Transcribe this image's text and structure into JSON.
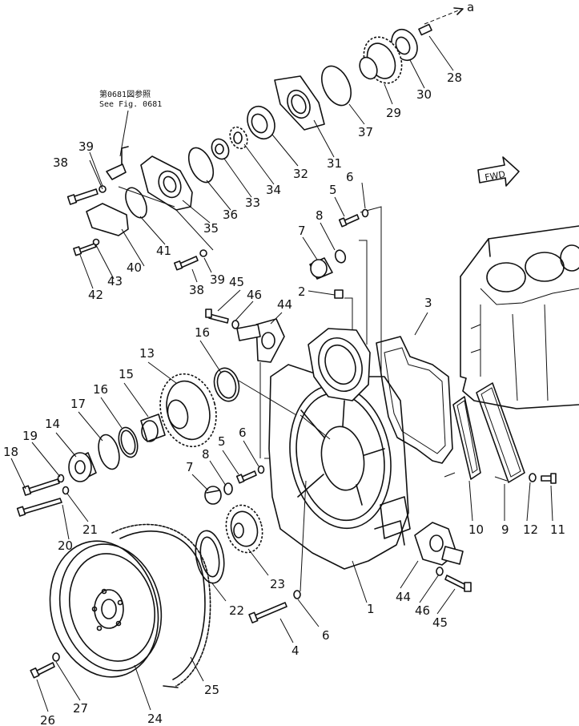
{
  "diagram": {
    "reference_note": {
      "line1": "第0681図参照",
      "line2": "See Fig. 0681"
    },
    "direction_label": "FWD",
    "arrow_ref_label": "a",
    "part_labels": {
      "p1": "1",
      "p2": "2",
      "p3": "3",
      "p4": "4",
      "p5a": "5",
      "p5b": "5",
      "p6a": "6",
      "p6b": "6",
      "p6c": "6",
      "p7a": "7",
      "p7b": "7",
      "p8a": "8",
      "p8b": "8",
      "p9": "9",
      "p10": "10",
      "p11": "11",
      "p12": "12",
      "p13": "13",
      "p14": "14",
      "p15": "15",
      "p16a": "16",
      "p16b": "16",
      "p17": "17",
      "p18": "18",
      "p19": "19",
      "p20": "20",
      "p21": "21",
      "p22": "22",
      "p23": "23",
      "p24": "24",
      "p25": "25",
      "p26": "26",
      "p27": "27",
      "p28": "28",
      "p29": "29",
      "p30": "30",
      "p31": "31",
      "p32": "32",
      "p33": "33",
      "p34": "34",
      "p35": "35",
      "p36": "36",
      "p37": "37",
      "p38a": "38",
      "p38b": "38",
      "p39a": "39",
      "p39b": "39",
      "p40": "40",
      "p41": "41",
      "p42": "42",
      "p43": "43",
      "p44a": "44",
      "p44b": "44",
      "p45a": "45",
      "p45b": "45",
      "p46a": "46",
      "p46b": "46"
    }
  }
}
